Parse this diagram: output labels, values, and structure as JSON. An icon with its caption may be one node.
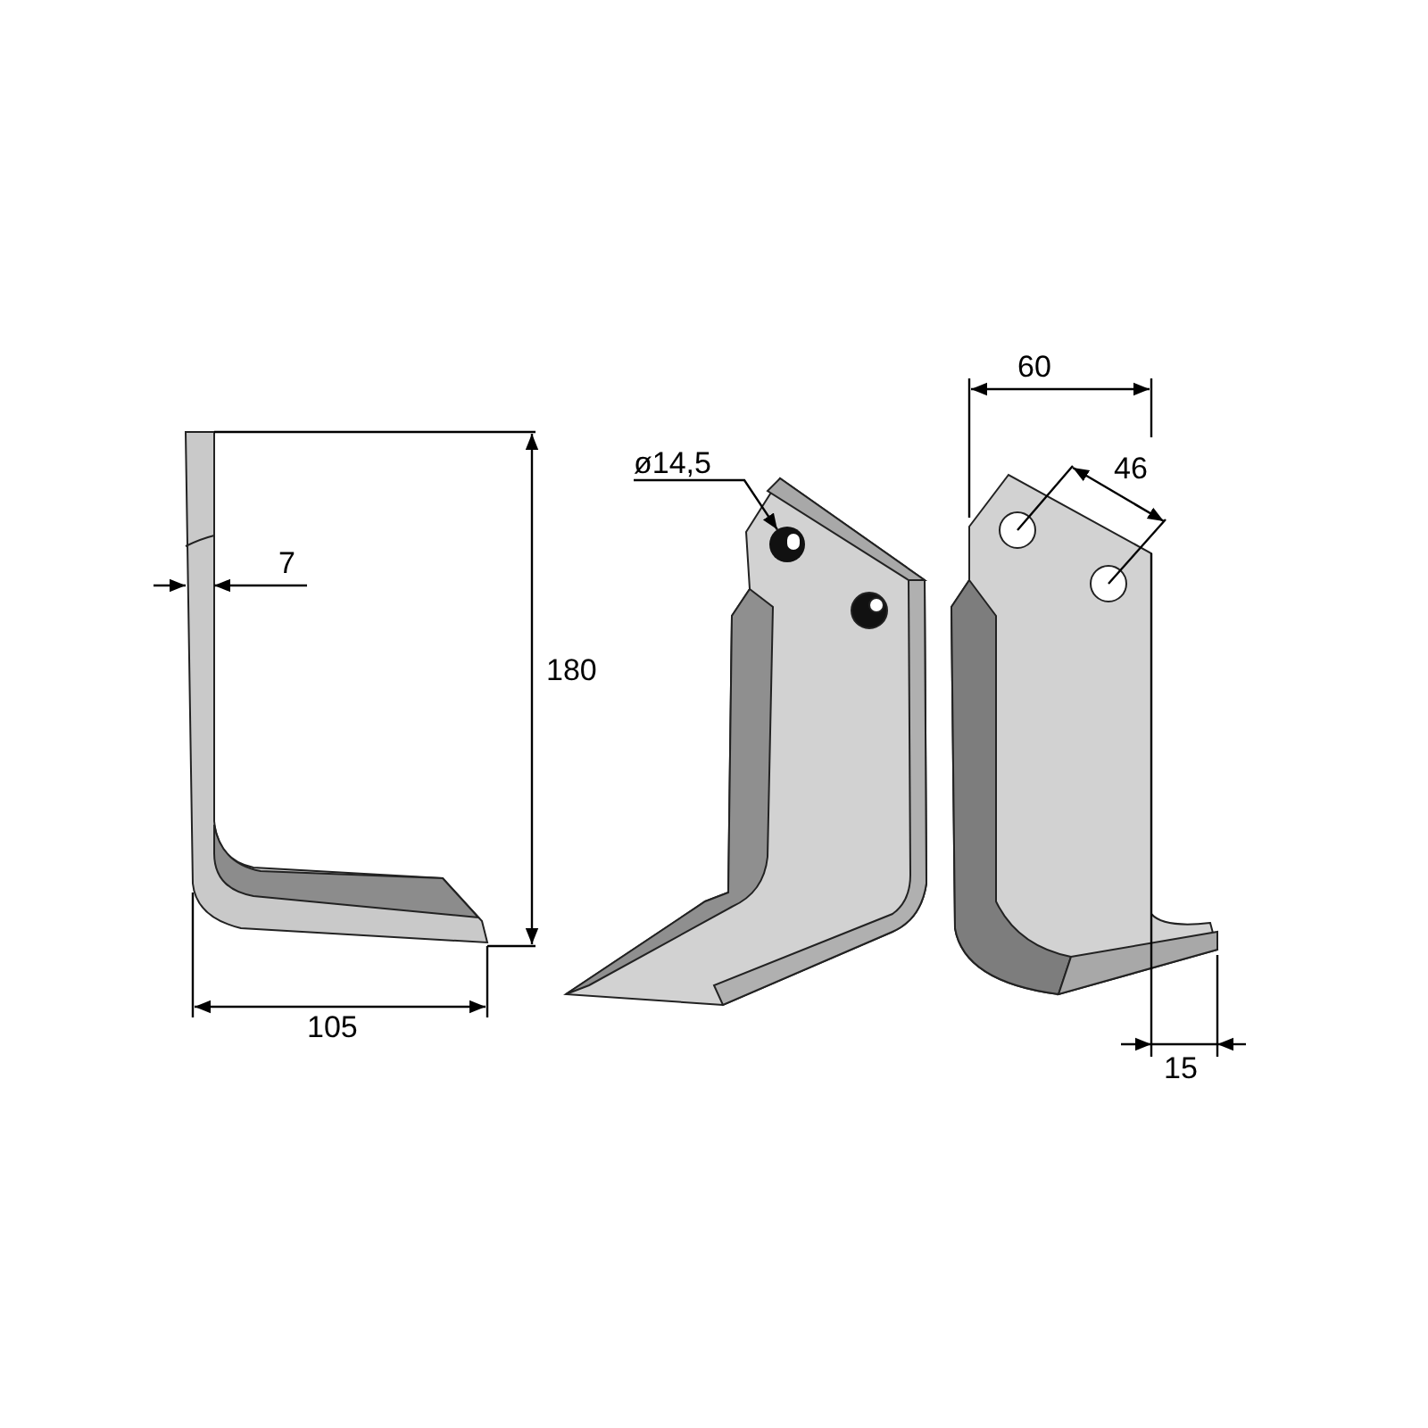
{
  "diagram": {
    "nodes": [
      {
        "text": [
          "ø14,5"
        ]
      },
      {
        "text": [],
        "shape": "circle"
      }
    ],
    "edges": [
      {
        "from": 0,
        "to": 1,
        "arrow": "to"
      }
    ],
    "labels": [
      "60",
      "46",
      "7",
      "180",
      "105",
      "15"
    ]
  }
}
